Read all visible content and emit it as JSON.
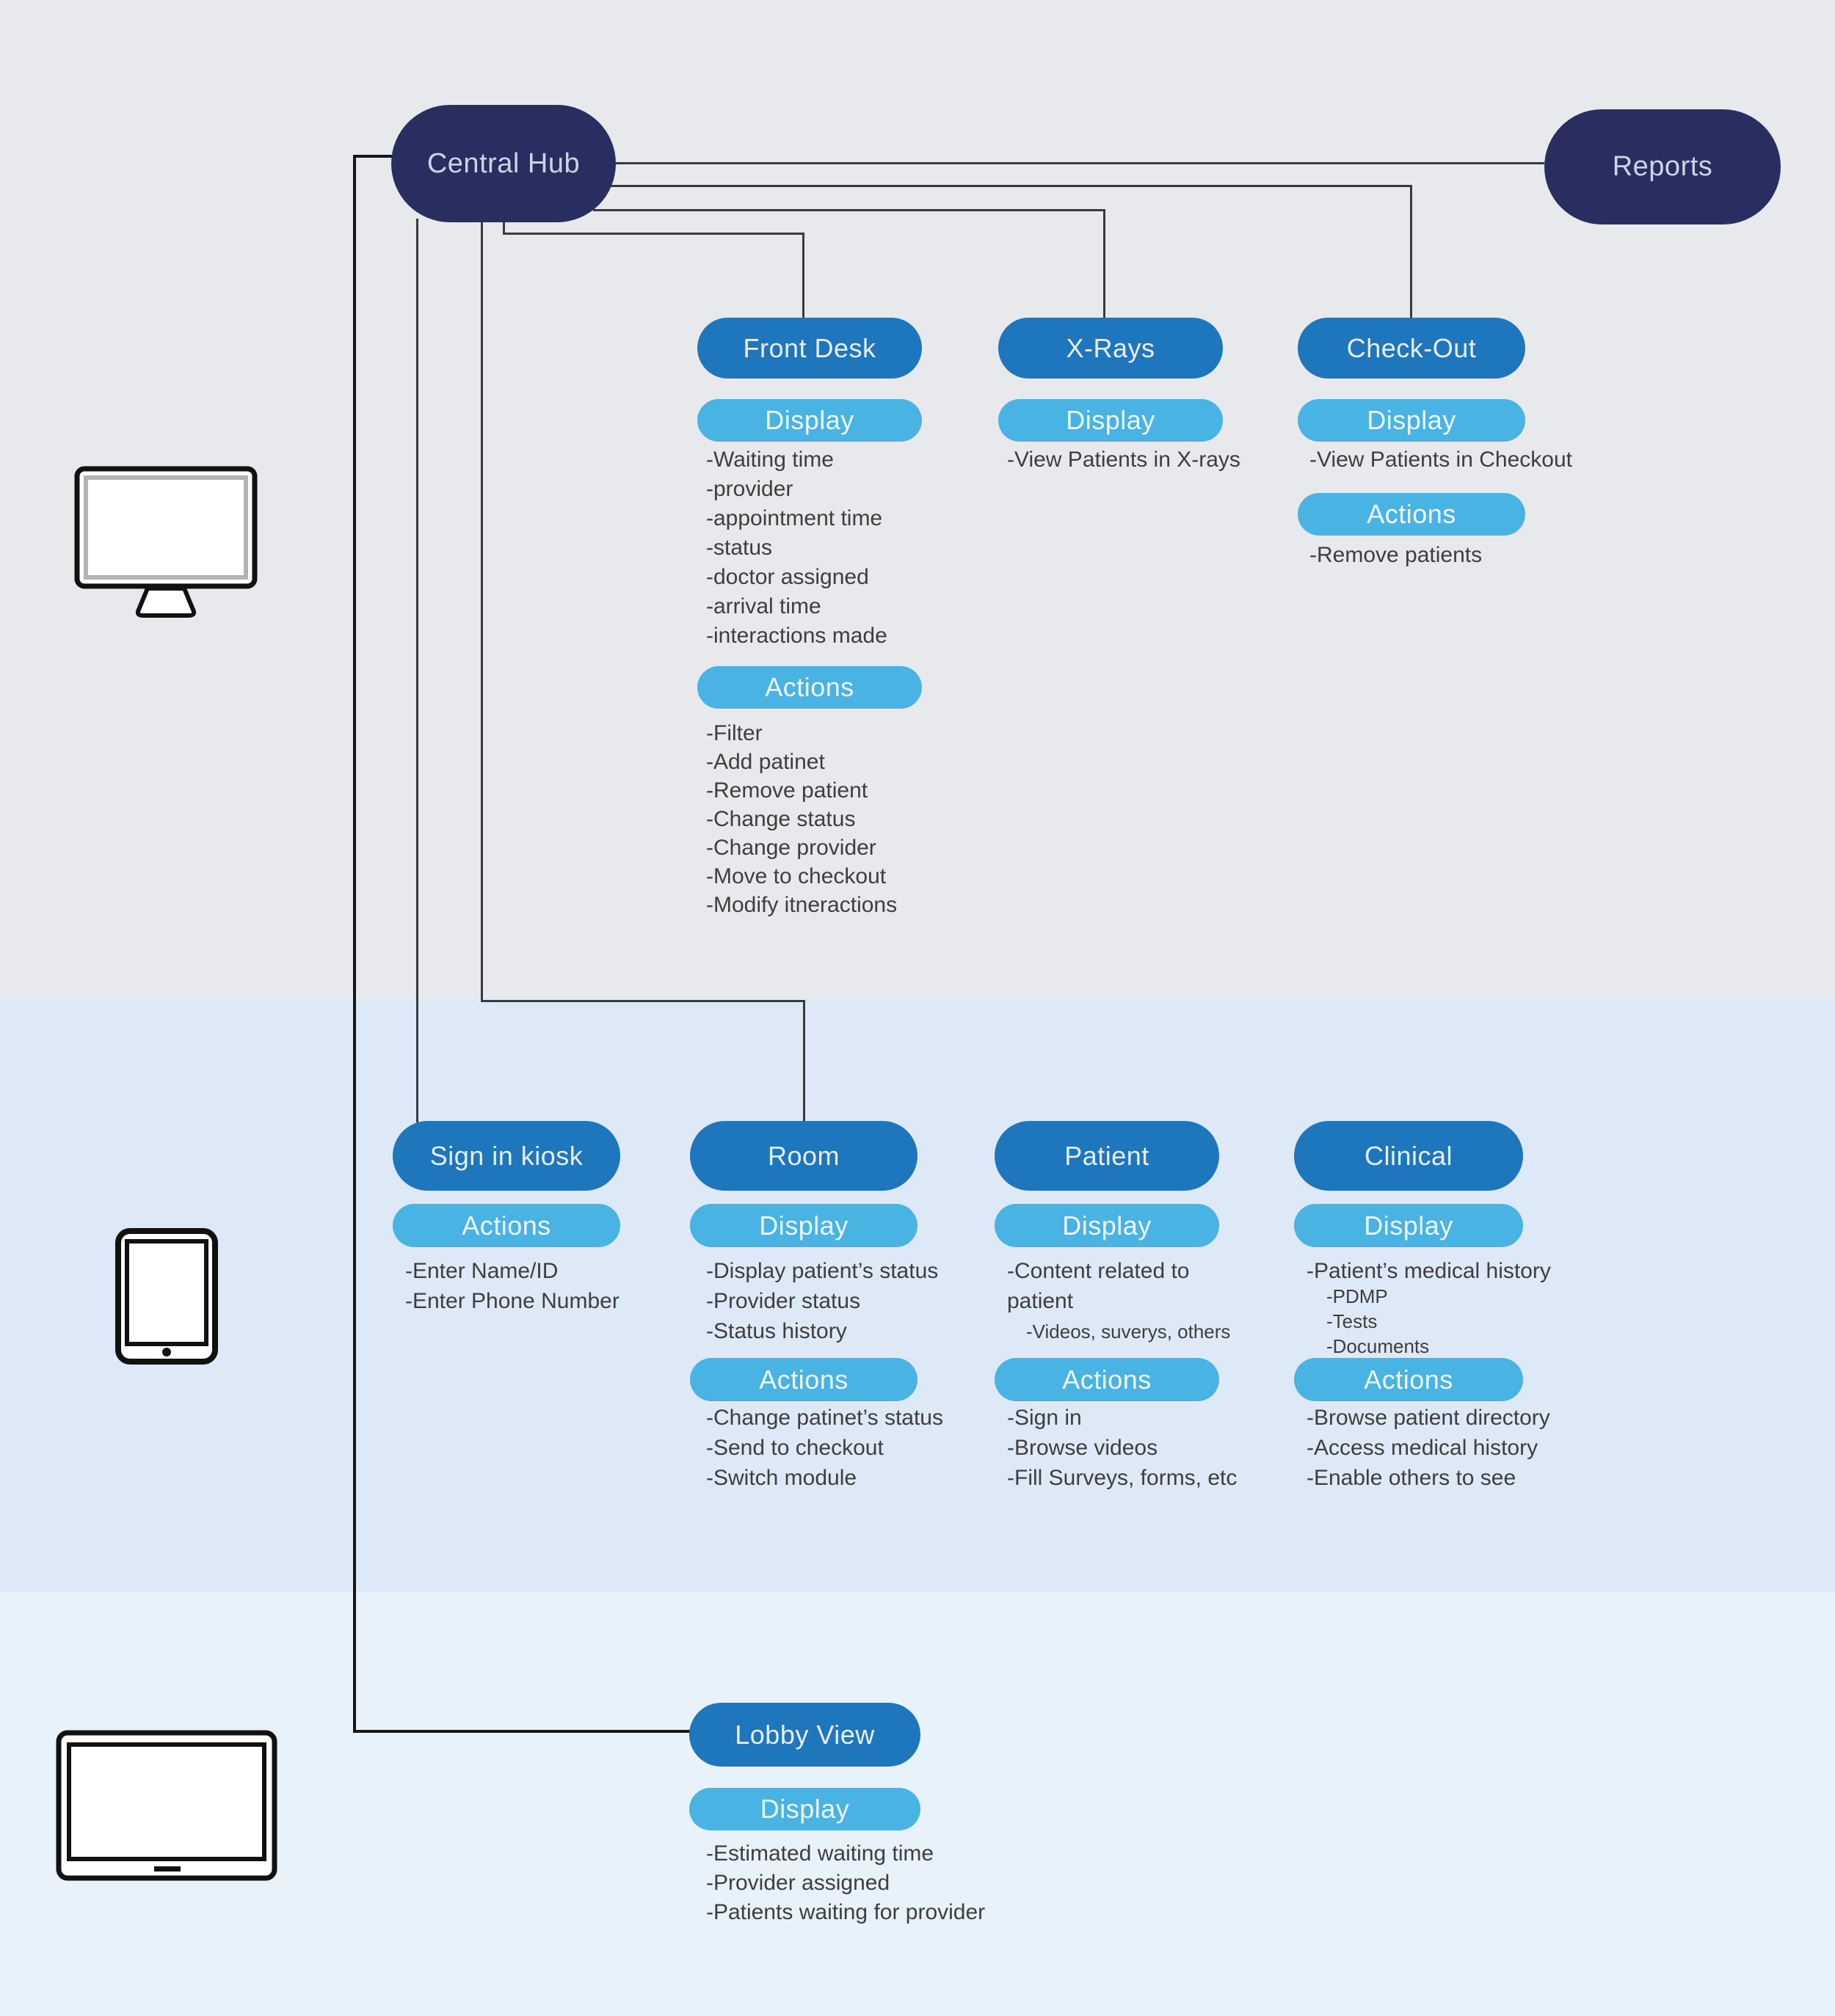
{
  "palette": {
    "section_top_bg": "#e8e9ec",
    "section_mid_bg": "#dde9f6",
    "section_bottom_bg": "#e8f2fb",
    "hub_navy": "#282e60",
    "node_blue": "#1e76bd",
    "accent_light_blue": "#49b3e4",
    "list_text": "#3e3e3e",
    "connector_gray": "#3a3a3a",
    "connector_black": "#161616"
  },
  "hub": {
    "label": "Central Hub"
  },
  "reports": {
    "label": "Reports"
  },
  "devices": {
    "desktop": "desktop-monitor-icon",
    "tablet": "tablet-icon",
    "tv": "tv-screen-icon"
  },
  "front_desk": {
    "title": "Front Desk",
    "display_label": "Display",
    "display_items": [
      "-Waiting time",
      "-provider",
      "-appointment time",
      "-status",
      "-doctor assigned",
      "-arrival time",
      "-interactions made"
    ],
    "actions_label": "Actions",
    "actions_items": [
      "-Filter",
      "-Add patinet",
      "-Remove patient",
      "-Change status",
      "-Change provider",
      "-Move to checkout",
      "-Modify itneractions"
    ]
  },
  "xrays": {
    "title": "X-Rays",
    "display_label": "Display",
    "display_items": [
      "-View Patients in X-rays"
    ]
  },
  "checkout": {
    "title": "Check-Out",
    "display_label": "Display",
    "display_items": [
      "-View Patients in Checkout"
    ],
    "actions_label": "Actions",
    "actions_items": [
      "-Remove patients"
    ]
  },
  "kiosk": {
    "title": "Sign in kiosk",
    "actions_label": "Actions",
    "actions_items": [
      "-Enter Name/ID",
      "-Enter Phone Number"
    ]
  },
  "room": {
    "title": "Room",
    "display_label": "Display",
    "display_items": [
      "-Display patient’s status",
      "-Provider status",
      "-Status history"
    ],
    "actions_label": "Actions",
    "actions_items": [
      "-Change patinet’s status",
      "-Send to checkout",
      "-Switch module"
    ]
  },
  "patient": {
    "title": "Patient",
    "display_label": "Display",
    "display_items": [
      "-Content related to patient"
    ],
    "display_subitems": [
      "-Videos, suverys, others"
    ],
    "actions_label": "Actions",
    "actions_items": [
      "-Sign in",
      "-Browse videos",
      "-Fill Surveys, forms, etc"
    ]
  },
  "clinical": {
    "title": "Clinical",
    "display_label": "Display",
    "display_items": [
      "-Patient’s medical history"
    ],
    "display_subitems": [
      "-PDMP",
      "-Tests",
      "-Documents"
    ],
    "actions_label": "Actions",
    "actions_items": [
      "-Browse patient directory",
      "-Access medical history",
      "-Enable others to see"
    ]
  },
  "lobby": {
    "title": "Lobby View",
    "display_label": "Display",
    "display_items": [
      "-Estimated waiting time",
      "-Provider assigned",
      "-Patients waiting for provider"
    ]
  }
}
